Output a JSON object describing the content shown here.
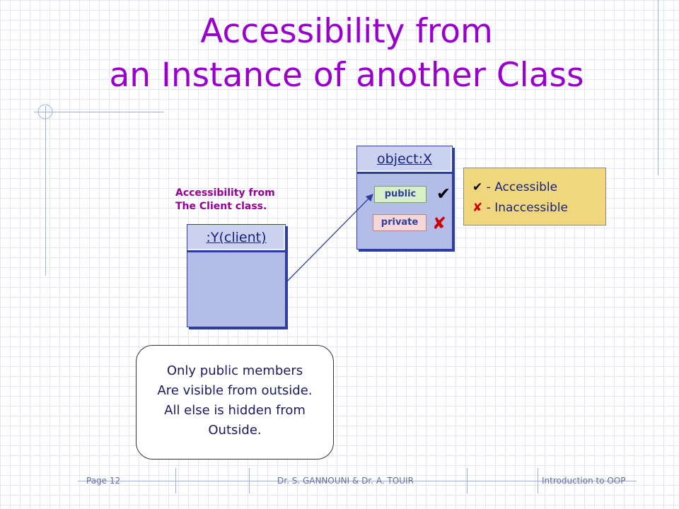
{
  "title": {
    "line1": "Accessibility from",
    "line2": "an Instance of another Class"
  },
  "client_label": {
    "line1": "Accessibility from",
    "line2": "The Client class."
  },
  "client_object": {
    "name": ":Y(client)"
  },
  "target_object": {
    "name": "object:X",
    "members": [
      {
        "label": "public",
        "status": "accessible"
      },
      {
        "label": "private",
        "status": "inaccessible"
      }
    ]
  },
  "legend": {
    "accessible": "- Accessible",
    "inaccessible": "- Inaccessible"
  },
  "note": {
    "lines": [
      "Only public members",
      "Are visible from outside.",
      "All else is hidden from",
      "Outside."
    ]
  },
  "footer": {
    "page": "Page 12",
    "authors": "Dr. S. GANNOUNI & Dr. A. TOUIR",
    "course": "Introduction to OOP"
  },
  "colors": {
    "title": "#9900cc",
    "object_fill": "#b3bde8",
    "object_border": "#2e3ea0",
    "legend_fill": "#f0d77e",
    "accessible_mark": "#000000",
    "inaccessible_mark": "#cc0000"
  }
}
